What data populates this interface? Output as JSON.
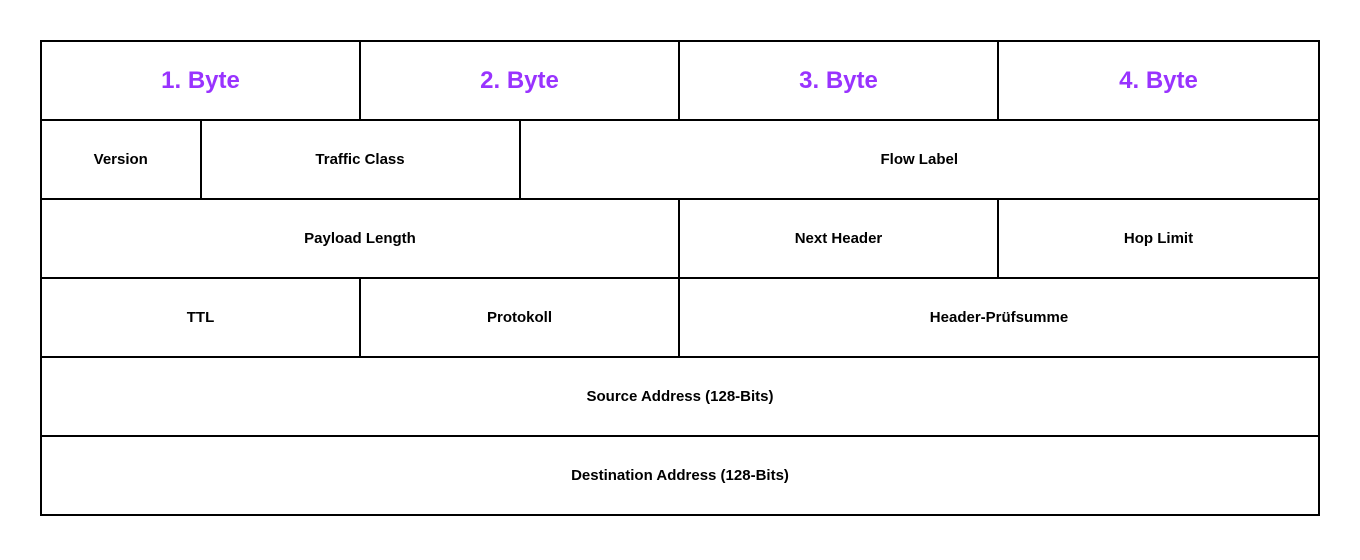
{
  "colors": {
    "byte_label": "#9933FF",
    "field_label": "#000000",
    "border": "#000000",
    "background": "#FFFFFF"
  },
  "byte_row": {
    "cells": [
      {
        "label": "1. Byte"
      },
      {
        "label": "2. Byte"
      },
      {
        "label": "3. Byte"
      },
      {
        "label": "4. Byte"
      }
    ]
  },
  "field_rows": [
    {
      "cells": [
        {
          "label": "Version"
        },
        {
          "label": "Traffic Class"
        },
        {
          "label": "Flow Label"
        }
      ]
    },
    {
      "cells": [
        {
          "label": "Payload Length"
        },
        {
          "label": "Next Header"
        },
        {
          "label": "Hop Limit"
        }
      ]
    },
    {
      "cells": [
        {
          "label": "TTL"
        },
        {
          "label": "Protokoll"
        },
        {
          "label": "Header-Prüfsumme"
        }
      ]
    },
    {
      "cells": [
        {
          "label": "Source Address (128-Bits)"
        }
      ]
    },
    {
      "cells": [
        {
          "label": "Destination Address (128-Bits)"
        }
      ]
    }
  ]
}
